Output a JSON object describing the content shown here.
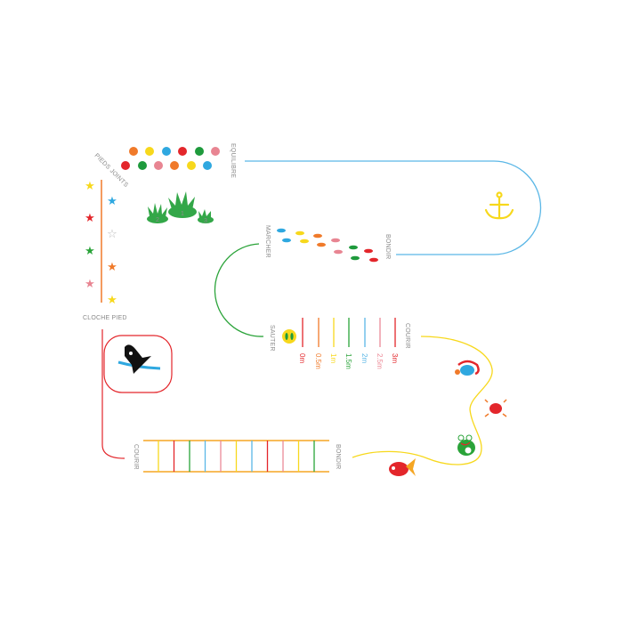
{
  "labels": {
    "equilibre": "EQUILIBRE",
    "pieds_joints": "PIEDS JOINTS",
    "cloche_pied": "CLOCHE PIED",
    "marcher": "MARCHER",
    "bondir_top": "BONDIR",
    "sauter": "SAUTER",
    "courir_right": "COURIR",
    "courir_bottom": "COURIR",
    "bondir_bottom": "BONDIR"
  },
  "lily_pads": [
    "2",
    "1",
    "3"
  ],
  "distances": [
    {
      "label": "0m",
      "color": "#e3262b"
    },
    {
      "label": "0.5m",
      "color": "#f07a2a"
    },
    {
      "label": "1m",
      "color": "#f7d81c"
    },
    {
      "label": "1.5m",
      "color": "#2aa339"
    },
    {
      "label": "2m",
      "color": "#5bb7e6"
    },
    {
      "label": "2.5m",
      "color": "#ec8a97"
    },
    {
      "label": "3m",
      "color": "#e3262b"
    }
  ],
  "colors": {
    "blue": "#2fa8e0",
    "green": "#1e9a3c",
    "red": "#e3262b",
    "orange": "#f07a2a",
    "yellow": "#f7d81c",
    "pink": "#e88592",
    "ladder_rail": "#f5a623"
  }
}
